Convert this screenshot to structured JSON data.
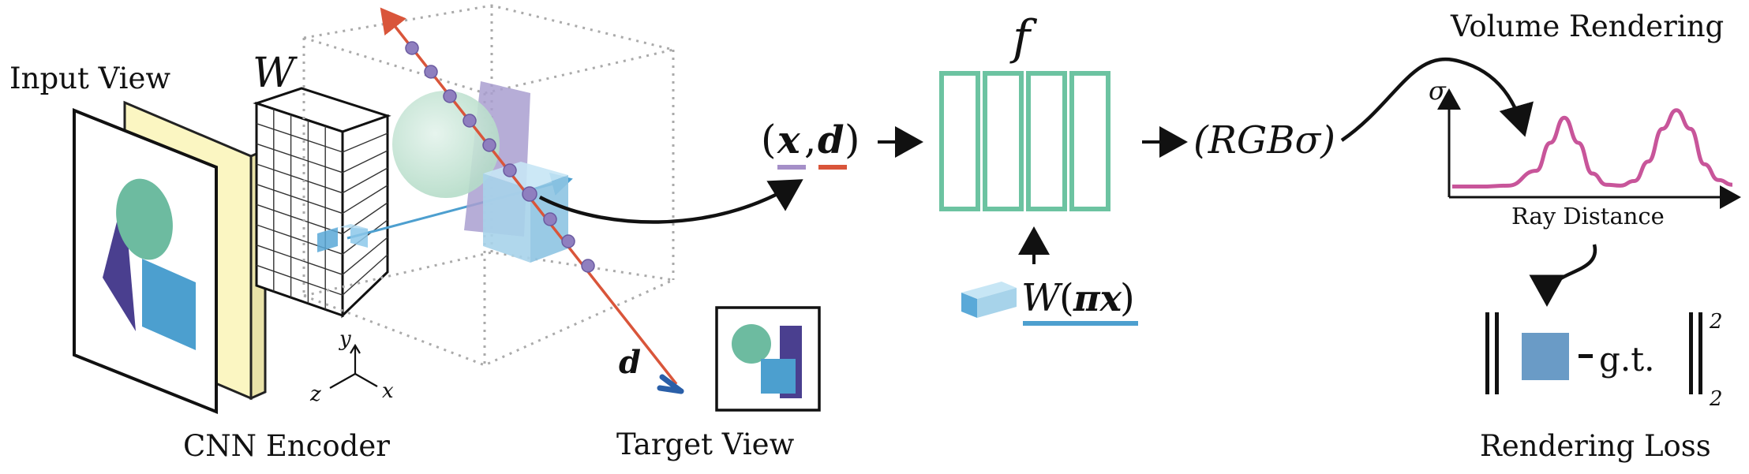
{
  "labels": {
    "input_view": "Input View",
    "feature_grid_symbol": "W",
    "cnn_encoder": "CNN Encoder",
    "target_view": "Target View",
    "ray_direction_symbol": "d",
    "axis_y": "y",
    "axis_z": "z",
    "axis_x": "x",
    "function_symbol": "f",
    "volume_rendering": "Volume Rendering",
    "ray_distance": "Ray Distance",
    "rendering_loss": "Rendering Loss",
    "sigma_axis": "σ",
    "ground_truth": "g.t.",
    "norm_subscript": "2",
    "norm_superscript": "2"
  },
  "math": {
    "input_tuple_open": "(",
    "input_x": "x",
    "input_comma": ",",
    "input_d": "d",
    "input_tuple_close": ")",
    "output_tuple": "(RGBσ)",
    "feature_W": "W",
    "feature_open": "(",
    "feature_pi_x": "πx",
    "feature_close": ")"
  },
  "colors": {
    "ray": "#d9553a",
    "sample_point": "#8f7fbf",
    "mlp_layer": "#6cc3a1",
    "density_curve": "#c8559a",
    "underline_x": "#a58fc8",
    "underline_d": "#d9553a",
    "underline_feature": "#4d9fcf",
    "projection_line": "#4d9fcf",
    "input_plane": "#fbf6c2",
    "cnn_feature_grid": "#ffffff",
    "rendered_pixel": "#6a9bc6",
    "shape_teal": "#6dbba0",
    "shape_indigo": "#4a3f8f",
    "shape_blue": "#4c9fcf"
  },
  "chart_data": {
    "type": "line",
    "title": "Volume Rendering",
    "xlabel": "Ray Distance",
    "ylabel": "σ",
    "x": [
      0,
      0.1,
      0.2,
      0.3,
      0.35,
      0.4,
      0.45,
      0.5,
      0.55,
      0.6,
      0.65,
      0.7,
      0.75,
      0.8,
      0.85,
      0.9,
      0.95,
      1.0
    ],
    "series": [
      {
        "values": [
          0.08,
          0.08,
          0.09,
          0.25,
          0.55,
          0.82,
          0.55,
          0.22,
          0.1,
          0.09,
          0.14,
          0.35,
          0.7,
          0.9,
          0.7,
          0.32,
          0.15,
          0.1
        ]
      }
    ],
    "grid": false
  }
}
